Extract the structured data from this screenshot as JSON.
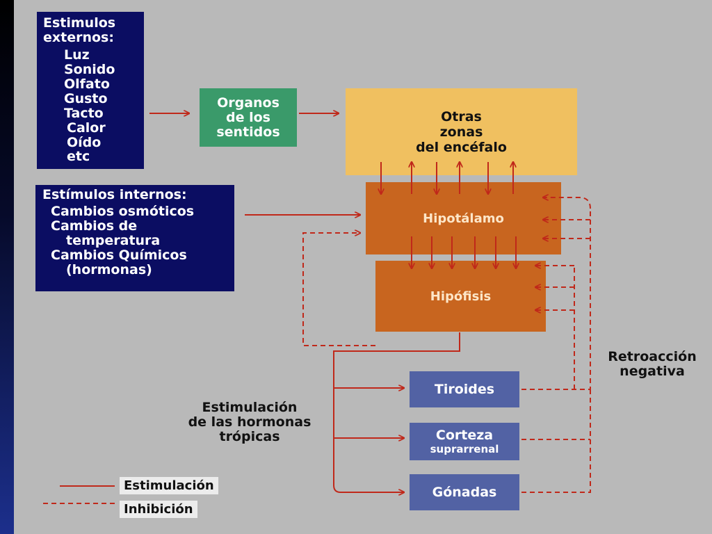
{
  "external": {
    "title_lines": [
      "Estimulos",
      "externos:"
    ],
    "items": [
      "Luz",
      "Sonido",
      "Olfato",
      "Gusto",
      "Tacto",
      "Calor",
      "Oído",
      "etc"
    ]
  },
  "senses": {
    "lines": [
      "Organos",
      "de los",
      "sentidos"
    ]
  },
  "brain": {
    "lines": [
      "Otras",
      "zonas",
      "del encéfalo"
    ]
  },
  "internal": {
    "title": "Estímulos internos:",
    "lines": [
      "Cambios osmóticos",
      "Cambios de",
      "temperatura",
      "Cambios Químicos",
      "(hormonas)"
    ]
  },
  "hypothalamus": {
    "label": "Hipotálamo"
  },
  "pituitary": {
    "label": "Hipófisis"
  },
  "targets": {
    "thyroid": {
      "label": "Tiroides"
    },
    "adrenal": {
      "line1": "Corteza",
      "line2": "suprarrenal"
    },
    "gonads": {
      "label": "Gónadas"
    }
  },
  "tropic_label": [
    "Estimulación",
    "de las hormonas",
    "trópicas"
  ],
  "feedback_label": [
    "Retroacción",
    "negativa"
  ],
  "legend": {
    "stimulation": "Estimulación",
    "inhibition": "Inhibición"
  },
  "colors": {
    "arrow": "#c0281a",
    "navy": "#0b0d62",
    "green": "#3a9a6a",
    "yellow": "#f0c060",
    "orange": "#c8651f",
    "blue": "#5262a4",
    "background": "#b9b9b9"
  }
}
